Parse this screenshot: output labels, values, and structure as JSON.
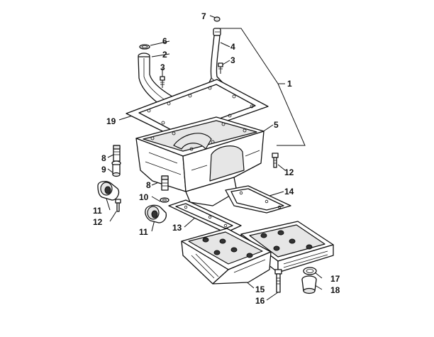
{
  "diagram": {
    "callouts": [
      {
        "id": "c7",
        "text": "7"
      },
      {
        "id": "c6",
        "text": "6"
      },
      {
        "id": "c2",
        "text": "2"
      },
      {
        "id": "c3a",
        "text": "3"
      },
      {
        "id": "c4",
        "text": "4"
      },
      {
        "id": "c3b",
        "text": "3"
      },
      {
        "id": "c1",
        "text": "1"
      },
      {
        "id": "c19",
        "text": "19"
      },
      {
        "id": "c5",
        "text": "5"
      },
      {
        "id": "c8a",
        "text": "8"
      },
      {
        "id": "c9",
        "text": "9"
      },
      {
        "id": "c12a",
        "text": "12"
      },
      {
        "id": "c8b",
        "text": "8"
      },
      {
        "id": "c10",
        "text": "10"
      },
      {
        "id": "c14",
        "text": "14"
      },
      {
        "id": "c11a",
        "text": "11"
      },
      {
        "id": "c12b",
        "text": "12"
      },
      {
        "id": "c11b",
        "text": "11"
      },
      {
        "id": "c13",
        "text": "13"
      },
      {
        "id": "c17",
        "text": "17"
      },
      {
        "id": "c15",
        "text": "15"
      },
      {
        "id": "c18",
        "text": "18"
      },
      {
        "id": "c16",
        "text": "16"
      }
    ]
  }
}
